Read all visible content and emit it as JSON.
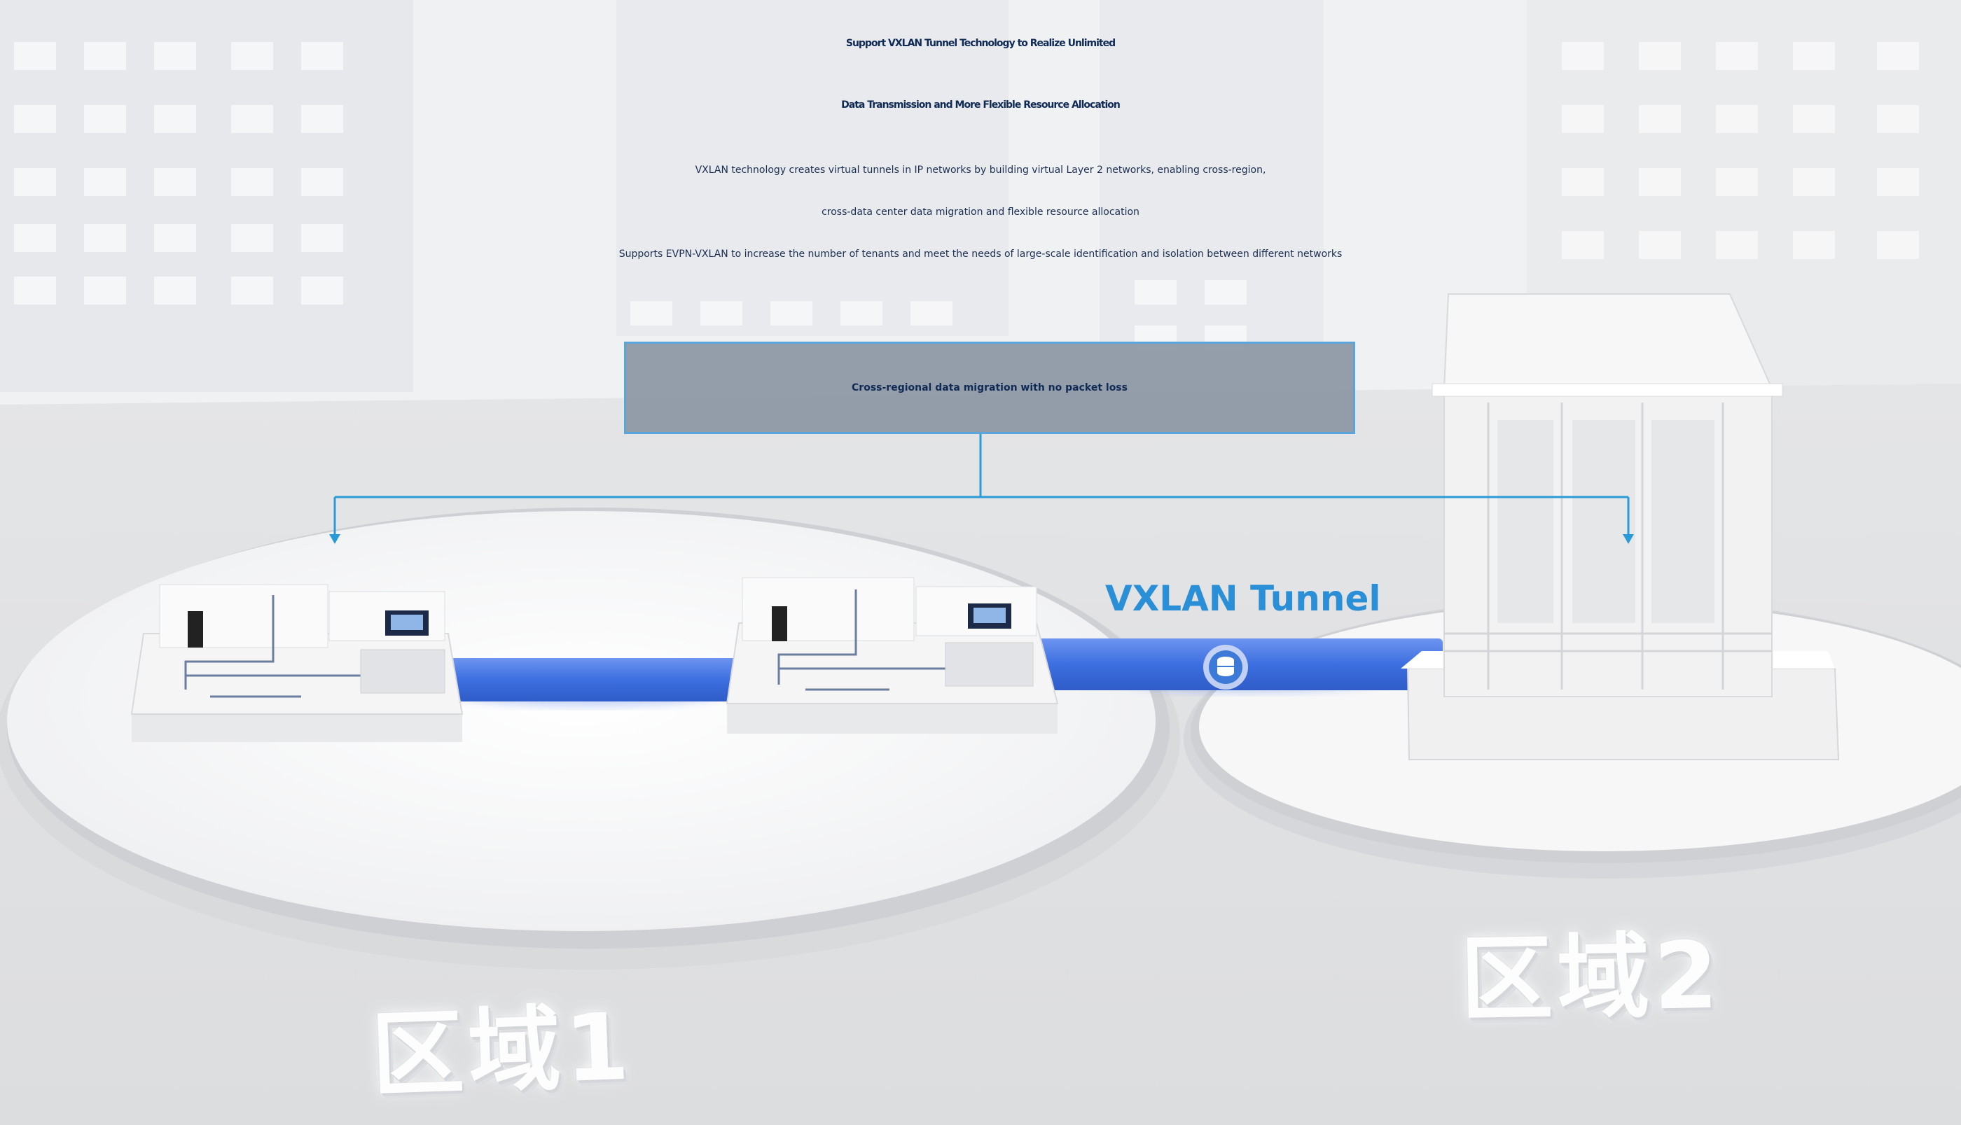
{
  "title": {
    "line1": "Support VXLAN Tunnel Technology to Realize Unlimited",
    "line2": "Data Transmission and More Flexible Resource Allocation"
  },
  "description": {
    "line1": "VXLAN technology creates virtual tunnels in IP networks by building virtual Layer 2 networks, enabling cross-region,",
    "line2": "cross-data center data migration and flexible resource allocation",
    "line3": "Supports EVPN-VXLAN to increase the number of tenants and meet the needs of large-scale identification and isolation between different networks"
  },
  "callout": {
    "text": "Cross-regional data migration with no packet loss"
  },
  "tunnel": {
    "label": "VXLAN Tunnel",
    "icon": "database-icon"
  },
  "regions": {
    "region1": "区域1",
    "region2": "区域2"
  },
  "colors": {
    "title": "#0f2a55",
    "text": "#1b2f52",
    "connector": "#2b9ad8",
    "tunnel": "#3d6fe0",
    "tunnel_label": "#2a8fd6",
    "callout_bg": "#8c96a4",
    "callout_border": "#5aa6dc"
  }
}
